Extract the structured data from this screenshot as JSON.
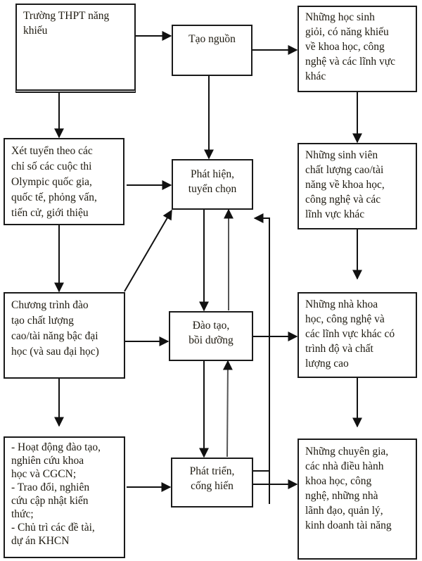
{
  "diagram": {
    "left_column": [
      {
        "id": "school",
        "label": "Trường THPT năng\nkhiếu"
      },
      {
        "id": "admission",
        "label": "Xét tuyển theo các\nchỉ số các cuộc thi\nOlympic quốc gia,\nquốc tế, phỏng vấn,\ntiến cử, giới  thiệu"
      },
      {
        "id": "program",
        "label": "Chương trình đào\ntạo chất lượng\ncao/tài năng bậc đại\nhọc (và sau đại học)"
      },
      {
        "id": "activities",
        "label": "- Hoạt động đào tạo,\nnghiên cứu khoa\nhọc và CGCN;\n- Trao đổi, nghiên\ncứu cập nhật kiến\nthức;\n- Chủ trì các đề tài,\ndự án KHCN"
      }
    ],
    "center_column": [
      {
        "id": "source",
        "label": "Tạo nguồn"
      },
      {
        "id": "discover",
        "label": "Phát hiện,\ntuyển chọn"
      },
      {
        "id": "train",
        "label": "Đào tạo,\nbồi dưỡng"
      },
      {
        "id": "develop",
        "label": "Phát triển,\ncống hiến"
      }
    ],
    "right_column": [
      {
        "id": "students",
        "label": "Những học sinh\ngiỏi, có năng khiếu\nvề khoa học, công\nnghệ và các lĩnh vực\nkhác"
      },
      {
        "id": "university",
        "label": "Những sinh viên\nchất lượng cao/tài\nnăng về khoa học,\ncông nghệ và các\nlĩnh vực khác"
      },
      {
        "id": "scientists",
        "label": "Những nhà khoa\nhọc, công nghệ và\ncác lĩnh vực khác có\ntrình độ và chất\nlượng cao"
      },
      {
        "id": "experts",
        "label": "Những chuyên gia,\ncác nhà điều hành\nkhoa học, công\nnghệ, những nhà\nlãnh đạo, quản lý,\nkinh doanh tài năng"
      }
    ],
    "connections": [
      {
        "from": "school",
        "to": "source"
      },
      {
        "from": "school",
        "to": "admission"
      },
      {
        "from": "source",
        "to": "students"
      },
      {
        "from": "source",
        "to": "discover"
      },
      {
        "from": "students",
        "to": "university"
      },
      {
        "from": "admission",
        "to": "discover"
      },
      {
        "from": "admission",
        "to": "program"
      },
      {
        "from": "program",
        "to": "discover"
      },
      {
        "from": "program",
        "to": "train"
      },
      {
        "from": "program",
        "to": "activities"
      },
      {
        "from": "discover",
        "to": "train"
      },
      {
        "from": "train",
        "to": "discover"
      },
      {
        "from": "university",
        "to": "scientists"
      },
      {
        "from": "train",
        "to": "scientists"
      },
      {
        "from": "train",
        "to": "develop"
      },
      {
        "from": "develop",
        "to": "train"
      },
      {
        "from": "activities",
        "to": "develop"
      },
      {
        "from": "scientists",
        "to": "experts"
      },
      {
        "from": "develop",
        "to": "experts"
      },
      {
        "from": "develop",
        "to": "discover"
      }
    ]
  }
}
